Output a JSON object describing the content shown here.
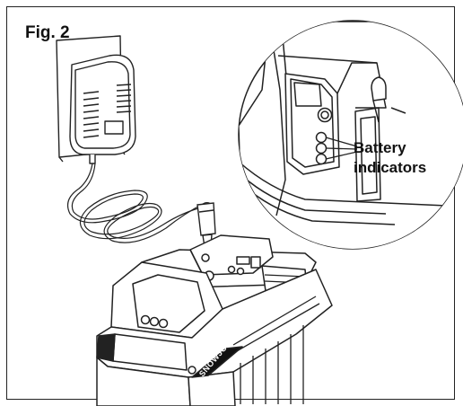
{
  "figure": {
    "label": "Fig. 2",
    "callout": {
      "line1": "Battery",
      "line2": "indicators"
    },
    "brand_text": "SNOWJOE"
  }
}
